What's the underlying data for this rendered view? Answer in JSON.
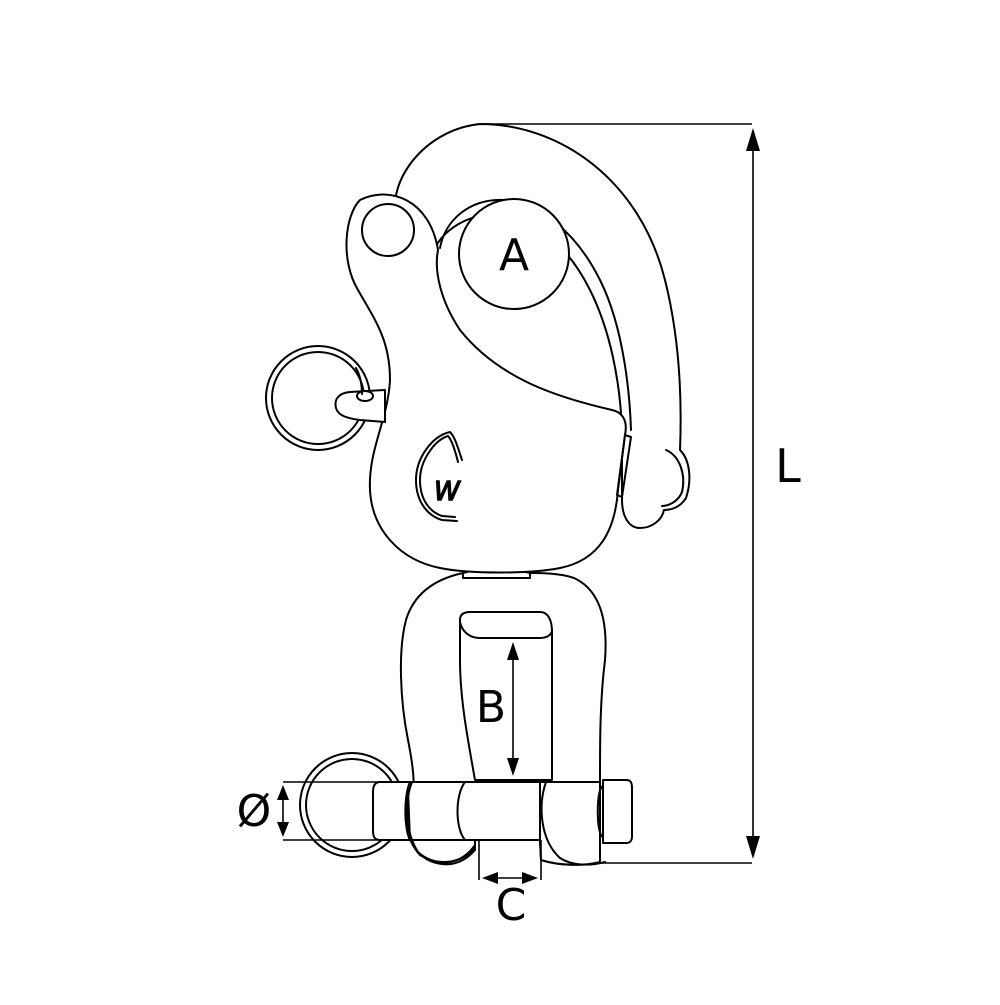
{
  "diagram": {
    "subject": "Snap shackle with swivel clevis",
    "colors": {
      "line": "#000000",
      "background": "#ffffff"
    },
    "dimensions": {
      "A": {
        "label": "A",
        "meaning": "bail opening diameter"
      },
      "B": {
        "label": "B",
        "meaning": "clevis inside length"
      },
      "C": {
        "label": "C",
        "meaning": "clevis inside width"
      },
      "D": {
        "label": "Ø",
        "meaning": "pin diameter"
      },
      "L": {
        "label": "L",
        "meaning": "overall length"
      }
    },
    "logo": {
      "letter": "W"
    },
    "icons": [
      "pull-ring-icon",
      "pin-ring-icon",
      "brand-logo-icon"
    ]
  }
}
